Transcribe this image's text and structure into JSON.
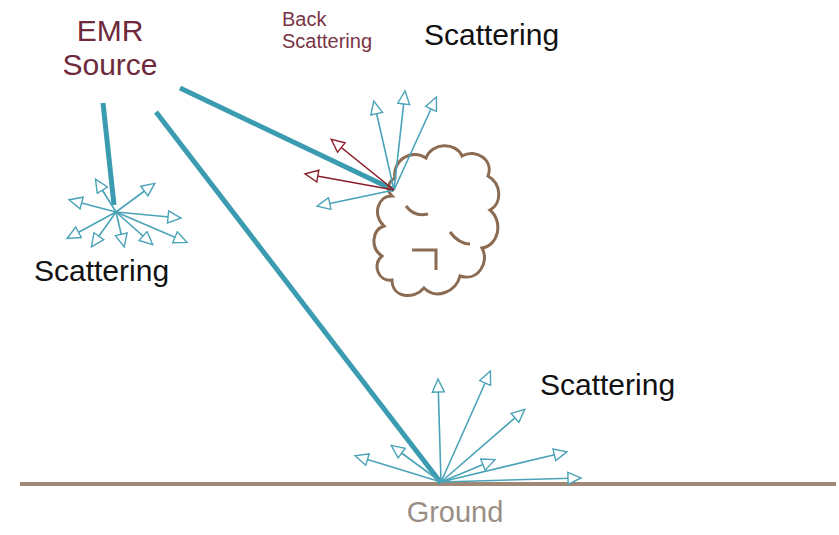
{
  "diagram": {
    "labels": [
      "EMR Source",
      "Back Scattering",
      "Scattering",
      "Scattering",
      "Scattering",
      "Ground"
    ]
  }
}
